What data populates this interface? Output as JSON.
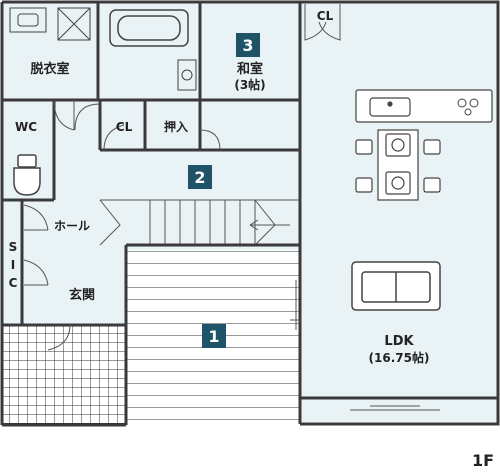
{
  "floor_label": "1F",
  "rooms": {
    "datsuisho": "脱衣室",
    "washitsu": "和室",
    "washitsu_size": "(3帖)",
    "wc": "WC",
    "cl_center": "CL",
    "oshiire": "押入",
    "cl_top": "CL",
    "hall": "ホール",
    "sic": [
      "S",
      "I",
      "C"
    ],
    "genkan": "玄関",
    "ldk": "LDK",
    "ldk_size": "(16.75帖)"
  },
  "markers": [
    "1",
    "2",
    "3"
  ],
  "colors": {
    "wall": "#3a3a3a",
    "floor_fill": "#e9f2f5",
    "badge": "#1f5468",
    "line": "#555555",
    "tile": "#333333"
  }
}
